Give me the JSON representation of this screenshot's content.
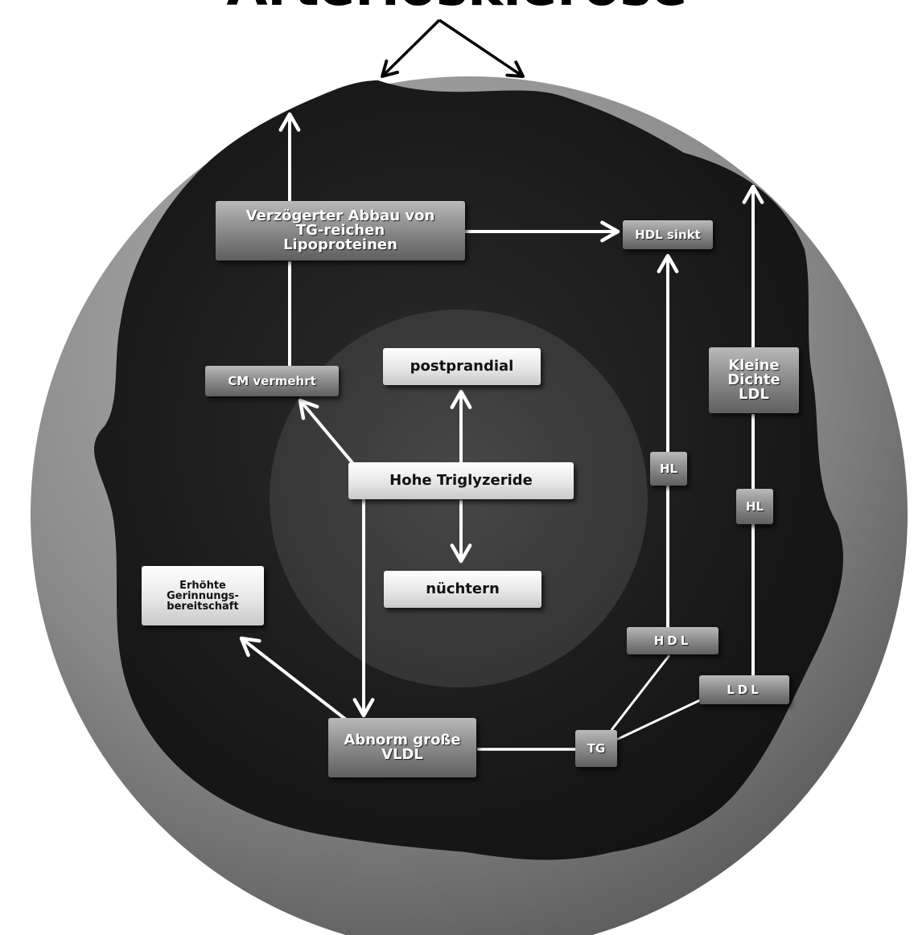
{
  "title": "Arteriosklerose",
  "nodes": {
    "verzoegerter_abbau": "Verzögerter Abbau von\nTG-reichen\nLipoproteinen",
    "hdl_sinkt": "HDL sinkt",
    "cm_vermehrt": "CM vermehrt",
    "postprandial": "postprandial",
    "kleine_dichte_ldl": "Kleine\nDichte\nLDL",
    "hohe_triglyzeride": "Hohe Triglyzeride",
    "hl_left": "HL",
    "hl_right": "HL",
    "erhoehte_gerinnung": "Erhöhte\nGerinnungs-\nbereitschaft",
    "nuechtern": "nüchtern",
    "hdl": "HDL",
    "ldl": "LDL",
    "abnorm_vldl": "Abnorm große\nVLDL",
    "tg": "TG"
  },
  "colors": {
    "outer_ring": "#8a8a8a",
    "blob": "#1f1f1f",
    "inner_disc": "#3a3a3a",
    "arrow": "#ffffff",
    "title_arrow": "#000000"
  }
}
